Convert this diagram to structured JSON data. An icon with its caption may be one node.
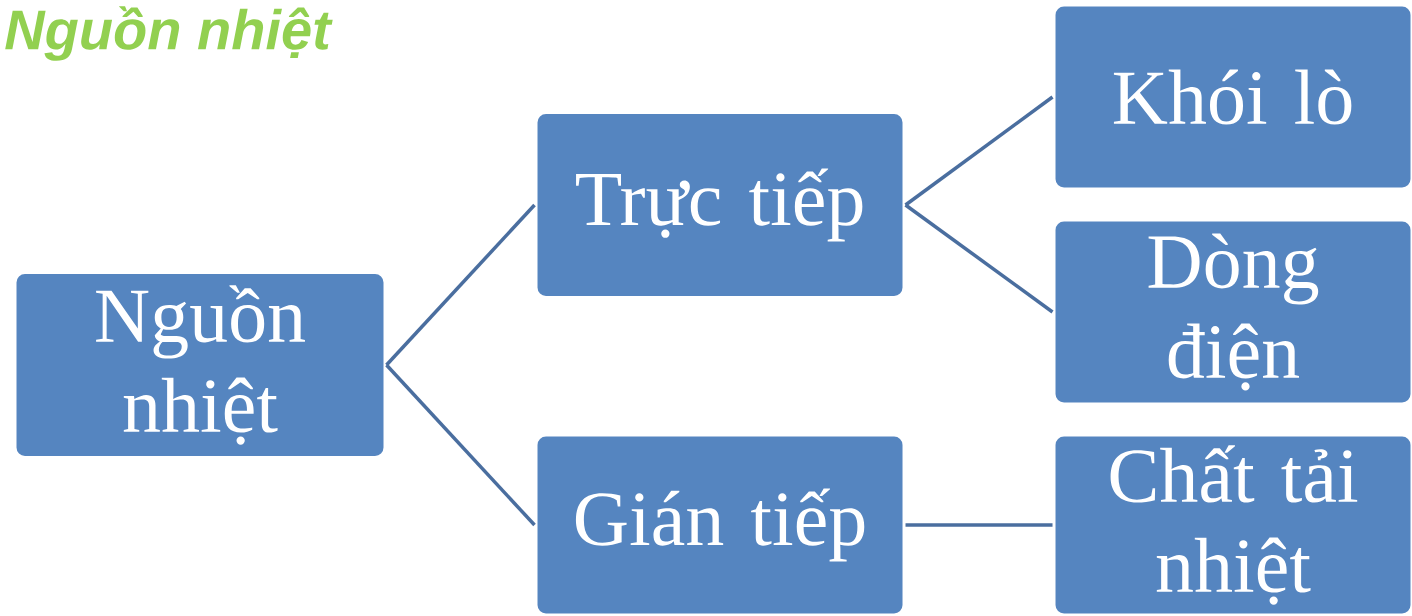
{
  "diagram": {
    "title": "Nguồn nhiệt",
    "nodes": [
      {
        "text": [
          "Nguồn nhiệt"
        ]
      },
      {
        "text": [
          "Trực tiếp"
        ]
      },
      {
        "text": [
          "Gián tiếp"
        ]
      },
      {
        "text": [
          "Khói lò"
        ]
      },
      {
        "text": [
          "Dòng điện"
        ]
      },
      {
        "text": [
          "Chất tải nhiệt"
        ]
      }
    ],
    "edges": [
      {
        "from": 0,
        "to": 1,
        "arrow": "none"
      },
      {
        "from": 0,
        "to": 2,
        "arrow": "none"
      },
      {
        "from": 1,
        "to": 3,
        "arrow": "none"
      },
      {
        "from": 1,
        "to": 4,
        "arrow": "none"
      },
      {
        "from": 2,
        "to": 5,
        "arrow": "none"
      }
    ]
  }
}
